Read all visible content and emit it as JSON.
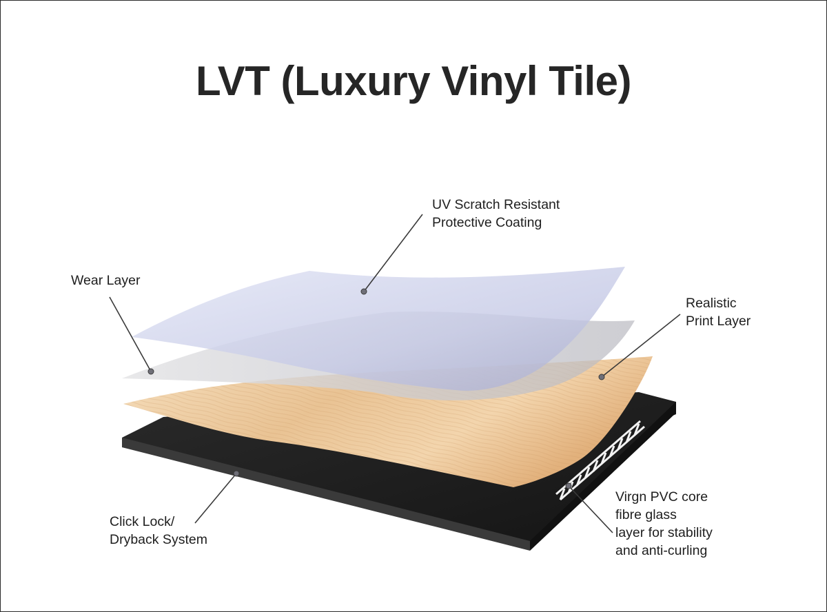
{
  "title": "LVT (Luxury Vinyl Tile)",
  "labels": {
    "uv_coating": {
      "line1": "UV Scratch Resistant",
      "line2": "Protective Coating"
    },
    "wear_layer": {
      "line1": "Wear Layer"
    },
    "print_layer": {
      "line1": "Realistic",
      "line2": "Print Layer"
    },
    "click_lock": {
      "line1": "Click Lock/",
      "line2": "Dryback System"
    },
    "pvc_core": {
      "line1": "Virgn PVC core",
      "line2": "fibre glass",
      "line3": "layer for stability",
      "line4": "and anti-curling"
    }
  },
  "colors": {
    "uv_sheet": "#c9cde6",
    "wear_sheet": "#d2d2d6",
    "wood_light": "#f2d4ad",
    "wood_dark": "#d9a56e",
    "core_black": "#1b1b1b",
    "fiberglass": "#f4f4f4",
    "leader_line": "#3a3a3a"
  }
}
